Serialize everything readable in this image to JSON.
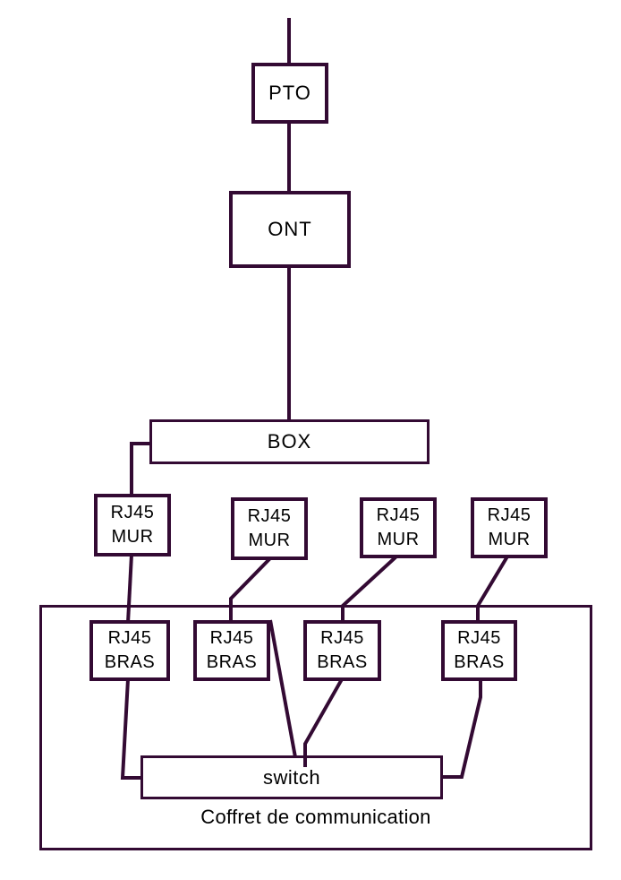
{
  "colors": {
    "line": "#330a33",
    "text": "#000000",
    "background": "#ffffff",
    "box_fill": "#ffffff"
  },
  "nodes": {
    "pto": {
      "label": "PTO"
    },
    "ont": {
      "label": "ONT"
    },
    "box": {
      "label": "BOX"
    },
    "switch": {
      "label": "switch"
    }
  },
  "wall_ports": [
    {
      "line1": "RJ45",
      "line2": "MUR"
    },
    {
      "line1": "RJ45",
      "line2": "MUR"
    },
    {
      "line1": "RJ45",
      "line2": "MUR"
    },
    {
      "line1": "RJ45",
      "line2": "MUR"
    }
  ],
  "cabinet_ports": [
    {
      "line1": "RJ45",
      "line2": "BRAS"
    },
    {
      "line1": "RJ45",
      "line2": "BRAS"
    },
    {
      "line1": "RJ45",
      "line2": "BRAS"
    },
    {
      "line1": "RJ45",
      "line2": "BRAS"
    }
  ],
  "cabinet": {
    "label": "Coffret de communication"
  }
}
